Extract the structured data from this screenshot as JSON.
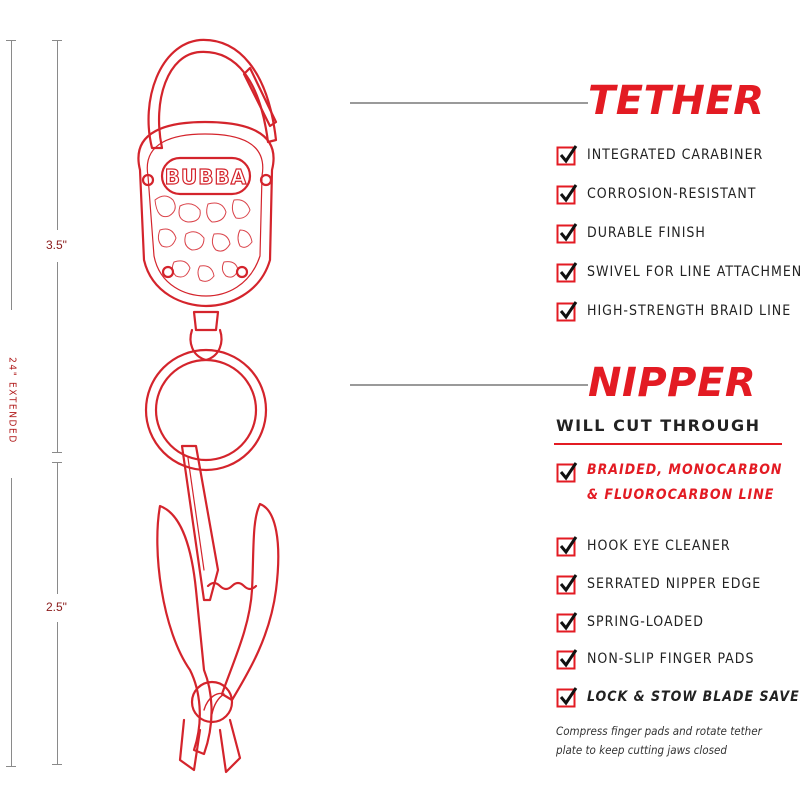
{
  "measurements": {
    "tether_length": "3.5\"",
    "nipper_length": "2.5\"",
    "extended_length": "24\" EXTENDED"
  },
  "logo": {
    "brand": "BUBBA"
  },
  "tether": {
    "title": "TETHER",
    "features": [
      "INTEGRATED CARABINER",
      "CORROSION-RESISTANT",
      "DURABLE FINISH",
      "SWIVEL FOR LINE ATTACHMENT",
      "HIGH-STRENGTH BRAID LINE"
    ]
  },
  "nipper": {
    "title": "NIPPER",
    "subheading": "WILL CUT THROUGH",
    "highlight_line1": "BRAIDED, MONOCARBON",
    "highlight_line2": "& FLUOROCARBON LINE",
    "features": [
      "HOOK EYE CLEANER",
      "SERRATED NIPPER EDGE",
      "SPRING-LOADED",
      "NON-SLIP FINGER PADS",
      "LOCK & STOW BLADE SAVER"
    ],
    "note": "Compress finger pads and rotate tether plate to keep cutting jaws closed"
  },
  "colors": {
    "accent": "#e31b23",
    "text": "#222222",
    "guide": "#8a8a8a"
  },
  "icons": {
    "checkbox": "check-icon"
  }
}
